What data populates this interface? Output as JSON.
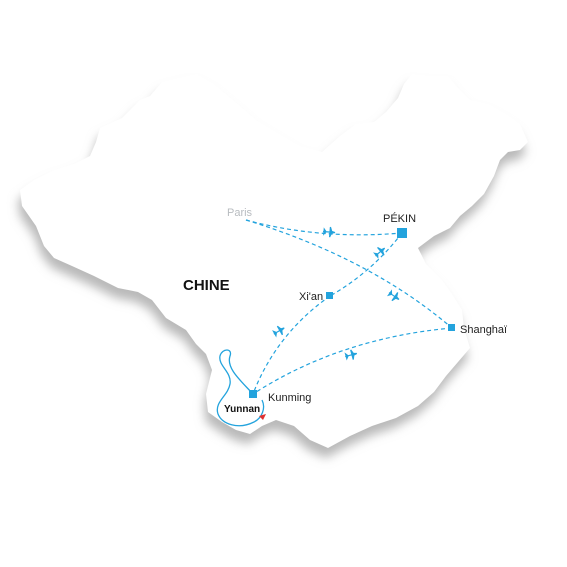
{
  "map": {
    "country_label": "CHINE",
    "region_label": "Yunnan",
    "cities": {
      "paris": "Paris",
      "pekin": "PÉKIN",
      "xian": "Xi'an",
      "shanghai": "Shanghaï",
      "kunming": "Kunming"
    },
    "colors": {
      "route": "#23a3dd",
      "land": "#ffffff",
      "land_shadow": "#b9b9b9",
      "origin_label": "#b8bcc0"
    },
    "icons": {
      "airplane": "airplane-icon",
      "stop": "square-marker-icon",
      "origin": "triangle-marker-icon"
    }
  }
}
